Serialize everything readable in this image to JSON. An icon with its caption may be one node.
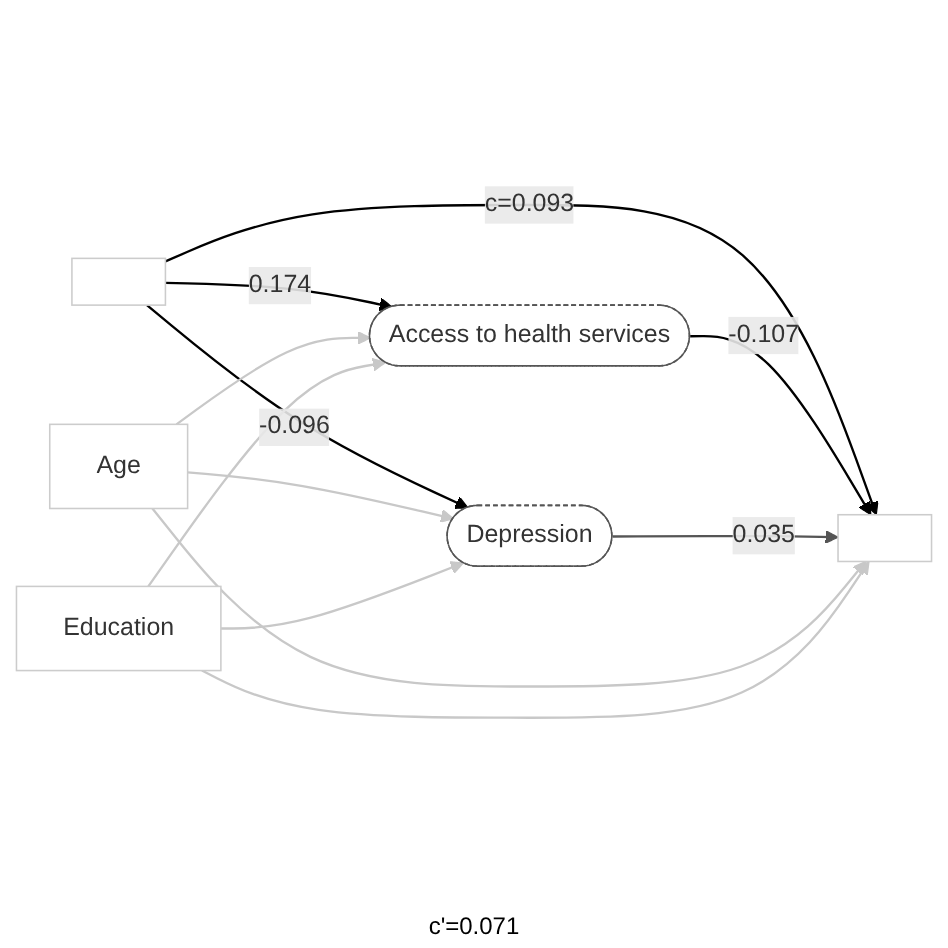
{
  "diagram": {
    "nodes": [
      {
        "text": [],
        "shape": "box"
      },
      {
        "text": [
          "Access to health services"
        ]
      },
      {
        "text": [
          "Depression"
        ]
      },
      {
        "text": [],
        "shape": "box"
      },
      {
        "text": [
          "Age"
        ]
      },
      {
        "text": [
          "Education"
        ]
      }
    ],
    "edges": [
      {
        "from": 0,
        "to": 1,
        "arrow": "to",
        "label": "0.174",
        "color": "#000000"
      },
      {
        "from": 0,
        "to": 2,
        "arrow": "to",
        "label": "-0.096",
        "color": "#000000"
      },
      {
        "from": 0,
        "to": 3,
        "arrow": "to",
        "label": "c=0.093",
        "color": "#000000"
      },
      {
        "from": 1,
        "to": 3,
        "arrow": "to",
        "label": "-0.107",
        "color": "#000000"
      },
      {
        "from": 2,
        "to": 3,
        "arrow": "to",
        "label": "0.035",
        "color": "#555555"
      },
      {
        "from": 4,
        "to": 1,
        "arrow": "to",
        "color": "#c8c8c8"
      },
      {
        "from": 4,
        "to": 2,
        "arrow": "to",
        "color": "#c8c8c8"
      },
      {
        "from": 4,
        "to": 3,
        "arrow": "to",
        "color": "#c8c8c8"
      },
      {
        "from": 5,
        "to": 1,
        "arrow": "to",
        "color": "#c8c8c8"
      },
      {
        "from": 5,
        "to": 2,
        "arrow": "to",
        "color": "#c8c8c8"
      },
      {
        "from": 5,
        "to": 3,
        "arrow": "to",
        "color": "#c8c8c8"
      }
    ],
    "labels": [
      "c'=0.071"
    ]
  }
}
